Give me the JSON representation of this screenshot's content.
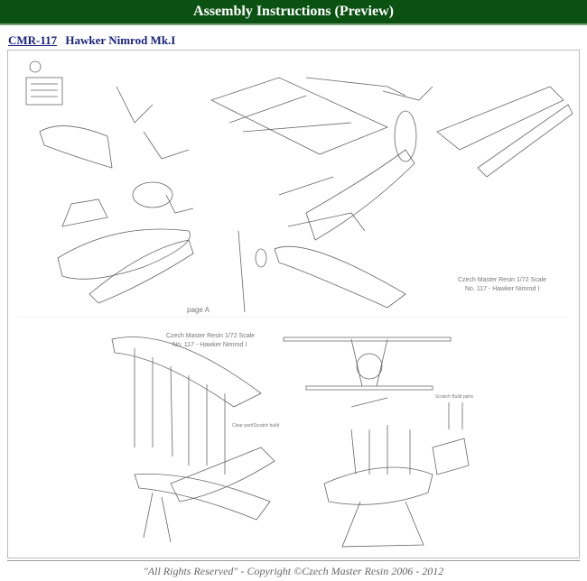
{
  "header": {
    "title": "Assembly Instructions (Preview)"
  },
  "product": {
    "code": "CMR-117",
    "name": "Hawker Nimrod Mk.I"
  },
  "instructions": {
    "page_label": "page A",
    "scale_line1": "Czech Master Resin 1/72 Scale",
    "scale_line2": "No. 117 - Hawker Nimrod I",
    "clear_part_note": "Clear part/Scratch build",
    "scratch_build": "Scratch Build parts"
  },
  "footer": {
    "copyright": "\"All Rights Reserved\" - Copyright ©Czech Master Resin 2006 - 2012"
  }
}
